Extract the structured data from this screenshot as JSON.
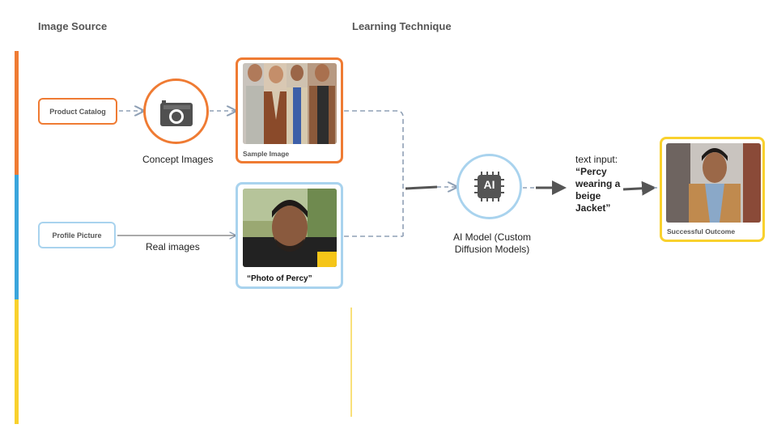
{
  "headings": {
    "image_source": "Image Source",
    "learning_technique": "Learning Technique"
  },
  "colors": {
    "orange": "#EF7B33",
    "blue": "#3AA5DC",
    "yellow": "#F9D12D",
    "light_blue": "#A9D3EE",
    "yellow_border": "#F9D12D",
    "connector": "#8FA0B5",
    "arrow": "#555555"
  },
  "inputs": {
    "product_catalog": "Product Catalog",
    "profile_picture": "Profile Picture"
  },
  "labels": {
    "concept_images": "Concept Images",
    "real_images": "Real images",
    "ai_model": "AI Model (Custom Diffusion Models)",
    "text_input_label": "text input:",
    "text_input_value": "“Percy wearing a beige Jacket”"
  },
  "cards": {
    "sample_image": "Sample Image",
    "photo_of_percy": "“Photo of Percy”",
    "successful_outcome": "Successful Outcome"
  },
  "ai_chip": {
    "text": "AI",
    "icon": "chip-icon"
  },
  "camera": {
    "icon": "camera-icon"
  }
}
